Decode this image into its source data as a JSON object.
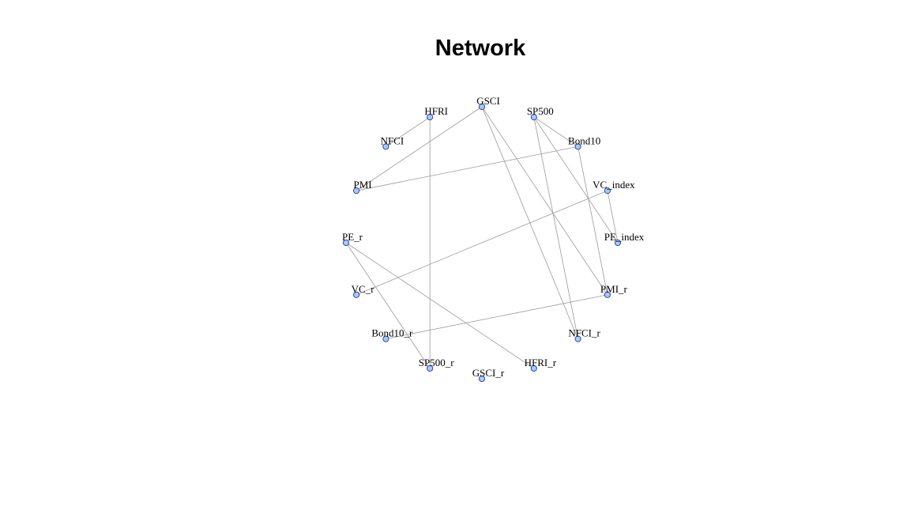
{
  "title": "Network",
  "colors": {
    "node_fill": "#a8c8ff",
    "node_stroke": "#1f3a8a",
    "edge": "#9a9a9a"
  },
  "nodes": [
    {
      "id": "GSCI",
      "label": "GSCI"
    },
    {
      "id": "SP500",
      "label": "SP500"
    },
    {
      "id": "Bond10",
      "label": "Bond10"
    },
    {
      "id": "VC_index",
      "label": "VC_index"
    },
    {
      "id": "PE_index",
      "label": "PE_index"
    },
    {
      "id": "PMI_r",
      "label": "PMI_r"
    },
    {
      "id": "NFCI_r",
      "label": "NFCI_r"
    },
    {
      "id": "HFRI_r",
      "label": "HFRI_r"
    },
    {
      "id": "GSCI_r",
      "label": "GSCI_r"
    },
    {
      "id": "SP500_r",
      "label": "SP500_r"
    },
    {
      "id": "Bond10_r",
      "label": "Bond10_r"
    },
    {
      "id": "VC_r",
      "label": "VC_r"
    },
    {
      "id": "PE_r",
      "label": "PE_r"
    },
    {
      "id": "PMI",
      "label": "PMI"
    },
    {
      "id": "NFCI",
      "label": "NFCI"
    },
    {
      "id": "HFRI",
      "label": "HFRI"
    }
  ],
  "edges": [
    [
      "HFRI",
      "NFCI"
    ],
    [
      "HFRI",
      "SP500_r"
    ],
    [
      "GSCI",
      "PMI"
    ],
    [
      "GSCI",
      "PMI_r"
    ],
    [
      "GSCI",
      "NFCI_r"
    ],
    [
      "SP500",
      "Bond10"
    ],
    [
      "SP500",
      "PE_index"
    ],
    [
      "SP500",
      "NFCI_r"
    ],
    [
      "Bond10",
      "PMI"
    ],
    [
      "Bond10",
      "PMI_r"
    ],
    [
      "VC_index",
      "PE_index"
    ],
    [
      "VC_index",
      "VC_r"
    ],
    [
      "PE_r",
      "SP500_r"
    ],
    [
      "PE_r",
      "HFRI_r"
    ],
    [
      "PMI_r",
      "Bond10_r"
    ]
  ]
}
